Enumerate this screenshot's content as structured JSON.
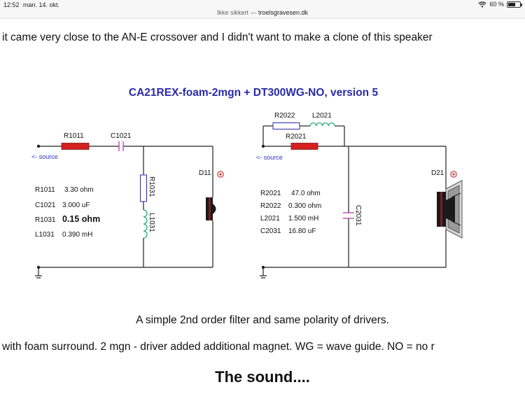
{
  "status_bar": {
    "time": "12:52",
    "date": "man. 14. okt.",
    "url_prefix": "Ikke sikkert — ",
    "domain": "troelsgravesen.dk",
    "battery": "60 %",
    "battery_level": 0.6
  },
  "content": {
    "line1": "it came very close to the AN-E crossover and I didn't want to make a clone of this speaker",
    "caption": "A simple 2nd order filter and same polarity of drivers.",
    "line2": "with foam surround. 2 mgn - driver added additional magnet. WG = wave guide. NO = no r",
    "heading": "The sound...."
  },
  "schematic": {
    "title": "CA21REX-foam-2mgn + DT300WG-NO, version 5",
    "left": {
      "source_label": "<- source",
      "r1011_label": "R1011",
      "c1021_label": "C1021",
      "r1031_label": "R1031",
      "l1031_label": "L1031",
      "driver_label": "D11",
      "values": [
        {
          "name": "R1011",
          "value": "3.30 ohm",
          "bold": false
        },
        {
          "name": "C1021",
          "value": "3.000 uF",
          "bold": false
        },
        {
          "name": "R1031",
          "value": "0.15 ohm",
          "bold": true
        },
        {
          "name": "L1031",
          "value": "0.390 mH",
          "bold": false
        }
      ]
    },
    "right": {
      "source_label": "<- source",
      "r2022_label": "R2022",
      "l2021_label": "L2021",
      "r2021_label": "R2021",
      "c2031_label": "C2031",
      "driver_label": "D21",
      "values": [
        {
          "name": "R2021",
          "value": "47.0 ohm"
        },
        {
          "name": "R2022",
          "value": "0.300 ohm"
        },
        {
          "name": "L2021",
          "value": "1.500 mH"
        },
        {
          "name": "C2031",
          "value": "16.80 uF"
        }
      ]
    },
    "colors": {
      "title": "#2a2aa8",
      "resistor": "#d42020",
      "inductor": "#2aa878",
      "capacitor": "#b040b0",
      "wire": "#202020",
      "source_label": "#3030c0"
    }
  }
}
